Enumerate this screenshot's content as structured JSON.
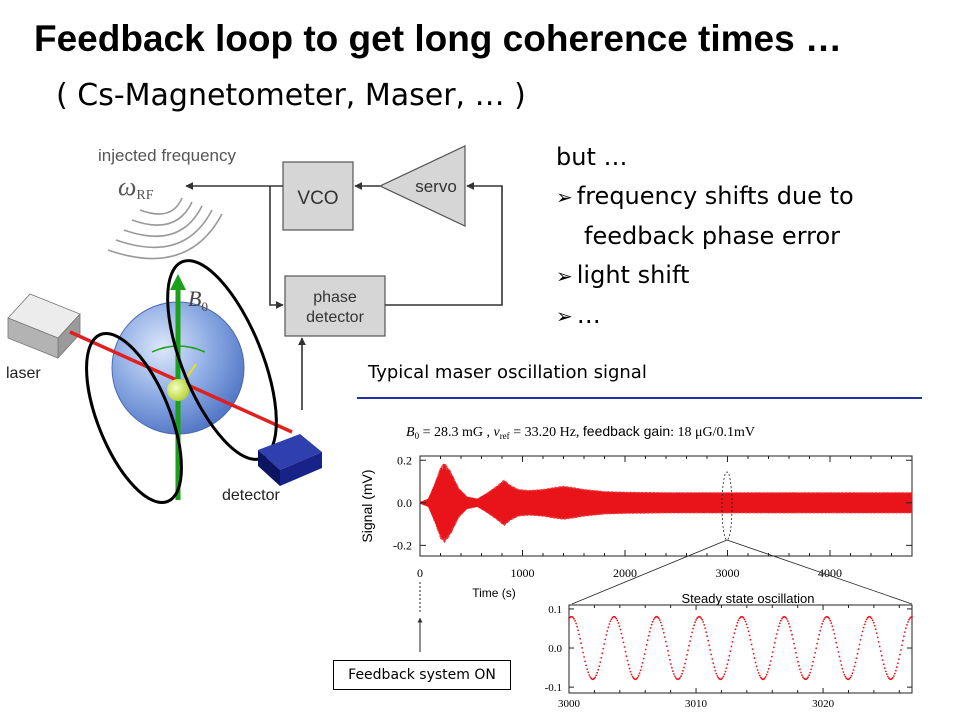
{
  "slide": {
    "title": "Feedback loop to get long coherence times …",
    "subtitle": "( Cs-Magnetometer, Maser, … )",
    "bullets_intro": "but …",
    "bullets": [
      "frequency shifts due to",
      "feedback phase error",
      "light shift",
      "…"
    ]
  },
  "diagram": {
    "injected_frequency": "injected frequency",
    "omega_rf": "ω",
    "omega_rf_sub": "RF",
    "vco": "VCO",
    "servo": "servo",
    "phase_detector_line1": "phase",
    "phase_detector_line2": "detector",
    "b0": "B",
    "b0_sub": "0",
    "laser": "laser",
    "detector": "detector",
    "colors": {
      "laser_beam": "#e02020",
      "field_axis": "#1aa01a",
      "cell": "#6f93d8",
      "detector_block": "#101a80"
    }
  },
  "maser": {
    "label": "Typical maser oscillation signal",
    "params_b0": "B",
    "params_b0_sub": "0",
    "params_b0_val": " = 28.3 mG  ,  ",
    "params_nu": "ν",
    "params_nu_sub": "ref",
    "params_nu_val": " = 33.20 Hz,  ",
    "params_gain_label": "feedback gain",
    "params_gain_val": ":  18 μG/0.1mV",
    "feedback_on": "Feedback system ON"
  },
  "chart_data": [
    {
      "type": "line",
      "title": "",
      "xlabel": "Time  (s)",
      "ylabel": "Signal  (mV)",
      "xlim": [
        0,
        4800
      ],
      "ylim": [
        -0.25,
        0.22
      ],
      "x_ticks": [
        0,
        1000,
        2000,
        3000,
        4000
      ],
      "y_ticks": [
        0.2,
        0.0,
        -0.2
      ],
      "y_tick_labels": [
        "0.2",
        "0.0",
        "-0.2"
      ],
      "series_color": "#e8141a",
      "envelope": {
        "t": [
          0,
          80,
          140,
          200,
          240,
          300,
          380,
          460,
          560,
          660,
          760,
          820,
          880,
          960,
          1060,
          1200,
          1320,
          1400,
          1480,
          1600,
          1800,
          2000,
          2400,
          2800,
          3200,
          3600,
          4000,
          4800
        ],
        "amp": [
          0.004,
          0.02,
          0.09,
          0.17,
          0.19,
          0.15,
          0.07,
          0.03,
          0.02,
          0.05,
          0.085,
          0.11,
          0.085,
          0.065,
          0.06,
          0.065,
          0.075,
          0.08,
          0.075,
          0.065,
          0.055,
          0.052,
          0.05,
          0.05,
          0.05,
          0.05,
          0.05,
          0.05
        ]
      },
      "grid": false,
      "legend": "none"
    },
    {
      "type": "scatter",
      "title": "Steady state oscillation",
      "xlabel": "",
      "ylabel": "",
      "xlim": [
        3000,
        3027
      ],
      "ylim": [
        -0.115,
        0.11
      ],
      "x_ticks": [
        3000,
        3010,
        3020
      ],
      "y_ticks": [
        0.1,
        0.0,
        -0.1
      ],
      "y_tick_labels": [
        "0.1",
        "0.0",
        "-0.1"
      ],
      "amplitude": 0.08,
      "period_s": 3.35,
      "series_color": "#e8141a",
      "grid": false,
      "legend": "none"
    }
  ]
}
